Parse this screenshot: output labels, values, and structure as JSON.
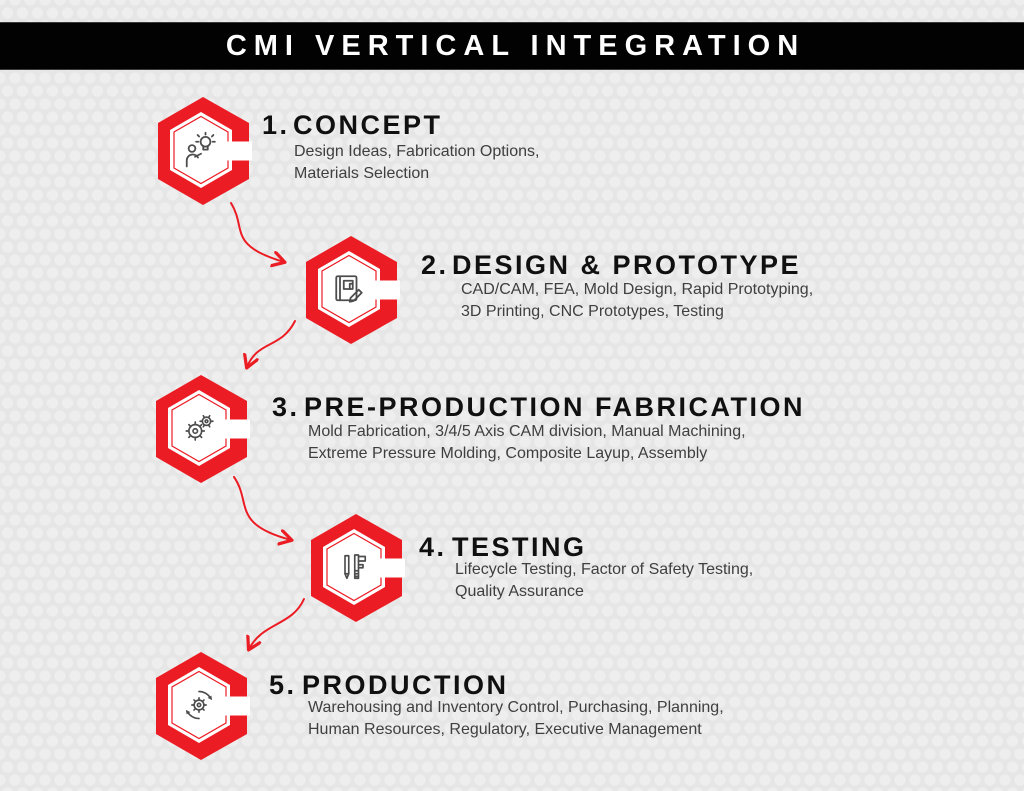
{
  "title": "CMI VERTICAL INTEGRATION",
  "colors": {
    "accent_red": "#EC1C24",
    "bar_black": "#020202",
    "heading_text": "#101010",
    "subtitle_text": "#3F3F3F",
    "background": "#E6E6E6",
    "icon_stroke": "#4D4D4D"
  },
  "steps": [
    {
      "number": "1.",
      "title": "CONCEPT",
      "description_line1": "Design Ideas, Fabrication Options,",
      "description_line2": "Materials Selection",
      "icon": "idea-person-lightbulb-icon"
    },
    {
      "number": "2.",
      "title": "DESIGN & PROTOTYPE",
      "description_line1": "CAD/CAM, FEA, Mold Design, Rapid Prototyping,",
      "description_line2": "3D Printing, CNC Prototypes, Testing",
      "icon": "blueprint-pencil-icon"
    },
    {
      "number": "3.",
      "title": "PRE-PRODUCTION FABRICATION",
      "description_line1": "Mold Fabrication, 3/4/5 Axis CAM division, Manual Machining,",
      "description_line2": "Extreme Pressure Molding, Composite Layup, Assembly",
      "icon": "gears-icon"
    },
    {
      "number": "4.",
      "title": "TESTING",
      "description_line1": "Lifecycle Testing, Factor of Safety Testing,",
      "description_line2": "Quality Assurance",
      "icon": "caliper-pencil-icon"
    },
    {
      "number": "5.",
      "title": "PRODUCTION",
      "description_line1": "Warehousing and Inventory Control, Purchasing, Planning,",
      "description_line2": "Human Resources, Regulatory, Executive Management",
      "icon": "gear-cycle-arrows-icon"
    }
  ]
}
